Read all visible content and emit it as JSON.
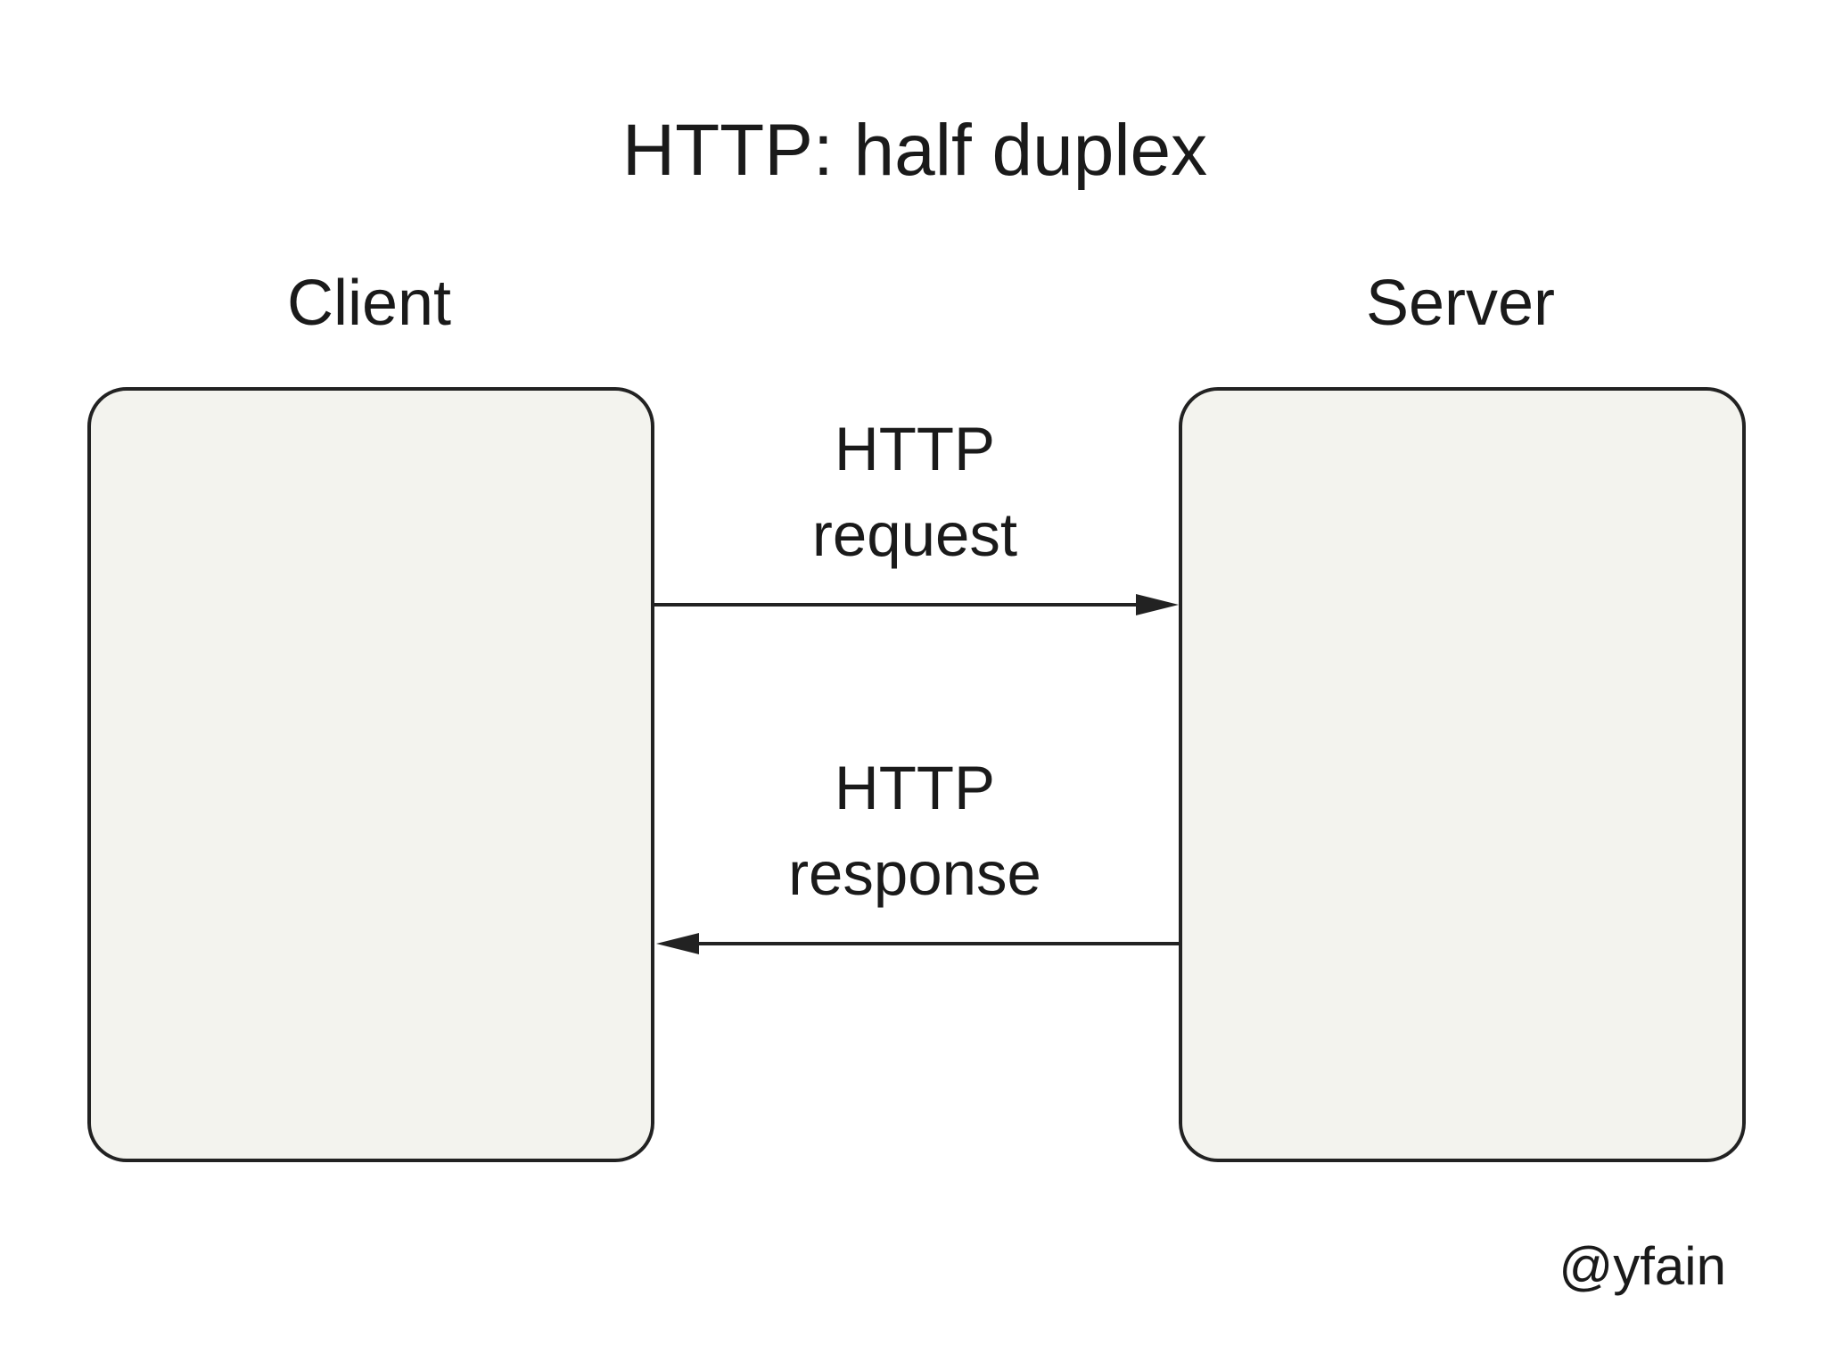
{
  "title": "HTTP: half duplex",
  "client": {
    "label": "Client"
  },
  "server": {
    "label": "Server"
  },
  "request": {
    "line1": "HTTP",
    "line2": "request"
  },
  "response": {
    "line1": "HTTP",
    "line2": "response"
  },
  "credit": "@yfain",
  "colors": {
    "box_fill": "#f3f3ee",
    "stroke": "#222222",
    "text": "#1a1a1a"
  }
}
